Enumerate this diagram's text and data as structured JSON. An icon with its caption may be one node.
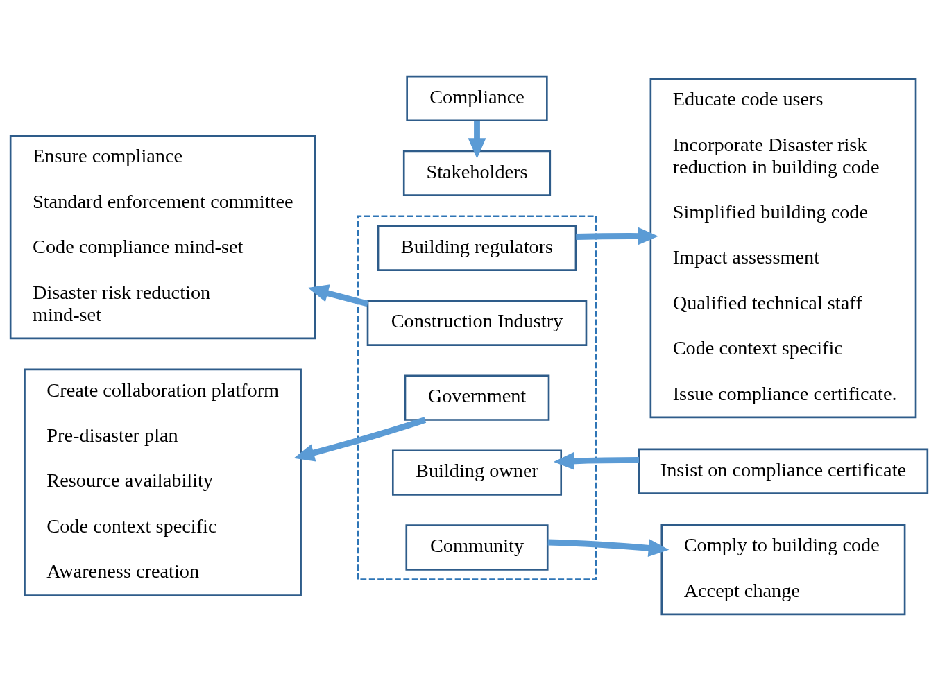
{
  "diagram": {
    "nodes": [
      {
        "text": [
          "Ensure compliance",
          "Standard enforcement committee",
          "Code compliance mind-set",
          "Disaster risk reduction mind-set"
        ]
      },
      {
        "text": [
          "Compliance"
        ]
      },
      {
        "text": [
          "Educate code users",
          "Incorporate Disaster risk reduction in building code",
          "Simplified building code",
          "Impact assessment",
          "Qualified technical staff",
          "Code context specific",
          "Issue compliance certificate."
        ]
      },
      {
        "text": [
          "Stakeholders"
        ]
      },
      {
        "text": [],
        "shape": "box"
      },
      {
        "text": [
          "Building regulators"
        ],
        "in": 4
      },
      {
        "text": [
          "Construction Industry"
        ],
        "in": 4
      },
      {
        "text": [
          "Government"
        ],
        "in": 4
      },
      {
        "text": [
          "Building owner"
        ],
        "in": 4
      },
      {
        "text": [
          "Community"
        ],
        "in": 4
      },
      {
        "text": [
          "Create collaboration platform",
          "Pre-disaster plan",
          "Resource availability",
          "Code context specific",
          "Awareness creation"
        ]
      },
      {
        "text": [
          "Insist on compliance certificate"
        ]
      },
      {
        "text": [
          "Comply to building code",
          "Accept change"
        ]
      }
    ],
    "edges": [
      {
        "from": 1,
        "to": 3,
        "arrow": "to"
      },
      {
        "from": 6,
        "to": 0,
        "arrow": "to"
      },
      {
        "from": 5,
        "to": 2,
        "arrow": "to"
      },
      {
        "from": 7,
        "to": 10,
        "arrow": "to"
      },
      {
        "from": 11,
        "to": 8,
        "arrow": "to"
      },
      {
        "from": 9,
        "to": 12,
        "arrow": "to"
      }
    ]
  }
}
